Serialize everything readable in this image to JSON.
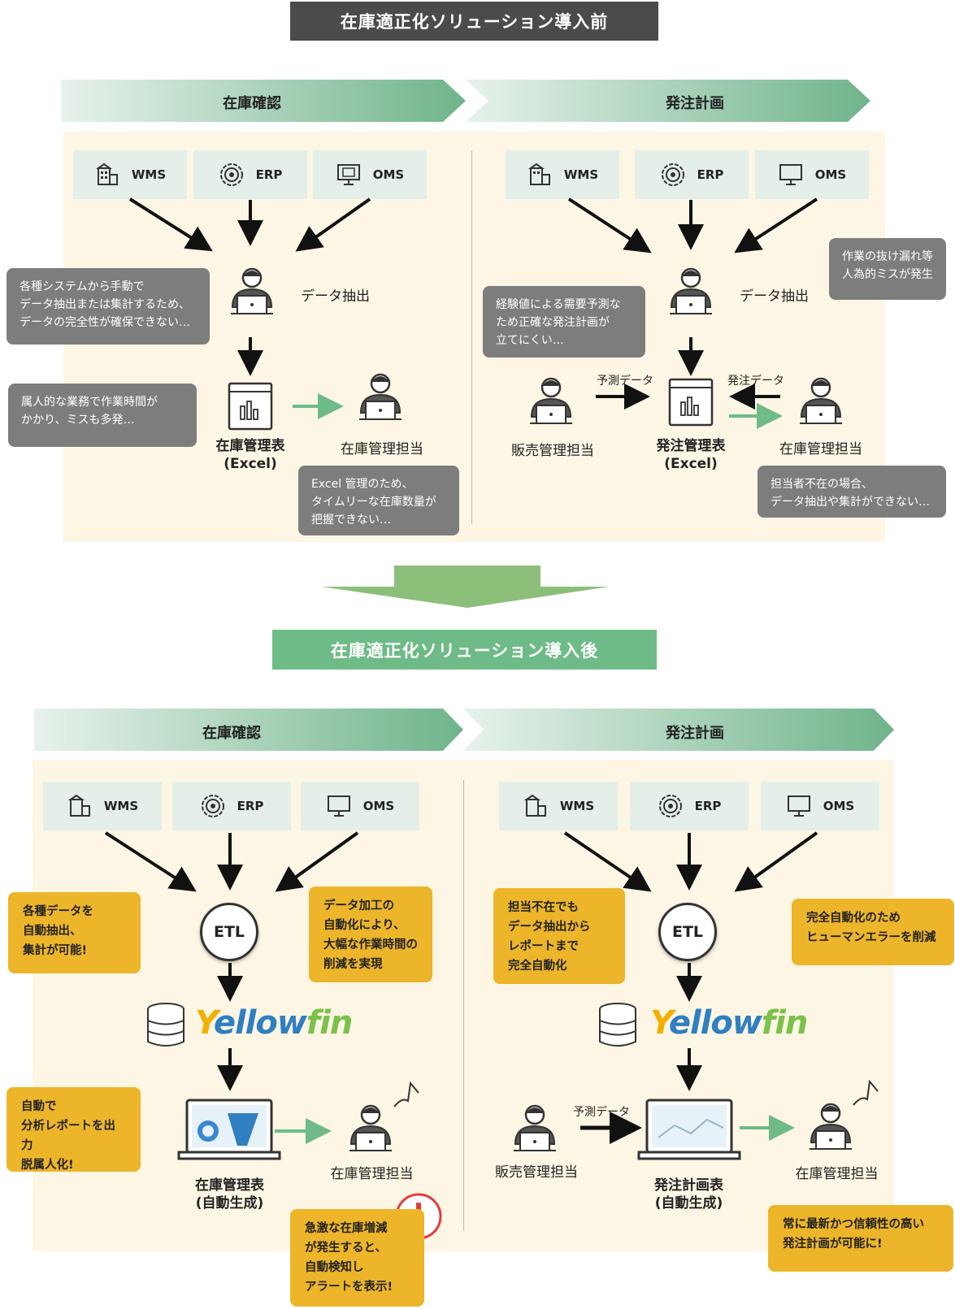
{
  "before": {
    "title": "在庫適正化ソリューション導入前",
    "left": {
      "phase": "在庫確認",
      "systems": [
        "WMS",
        "ERP",
        "OMS"
      ],
      "extract_label": "データ抽出",
      "excel_label": "在庫管理表\n(Excel)",
      "person_label": "在庫管理担当",
      "notes": [
        "各種システムから手動で\nデータ抽出または集計するため、\nデータの完全性が確保できない…",
        "属人的な業務で作業時間が\nかかり、ミスも多発…",
        "Excel 管理のため、\nタイムリーな在庫数量が\n把握できない…"
      ]
    },
    "right": {
      "phase": "発注計画",
      "systems": [
        "WMS",
        "ERP",
        "OMS"
      ],
      "extract_label": "データ抽出",
      "excel_label": "発注管理表\n(Excel)",
      "sales_label": "販売管理担当",
      "person_label": "在庫管理担当",
      "forecast_label": "予測データ",
      "order_label": "発注データ",
      "notes": [
        "作業の抜け漏れ等\n人為的ミスが発生",
        "経験値による需要予測な\nため正確な発注計画が\n立てにくい…",
        "担当者不在の場合、\nデータ抽出や集計ができない…"
      ]
    }
  },
  "after": {
    "title": "在庫適正化ソリューション導入後",
    "left": {
      "phase": "在庫確認",
      "systems": [
        "WMS",
        "ERP",
        "OMS"
      ],
      "etl": "ETL",
      "report_label": "在庫管理表\n(自動生成)",
      "person_label": "在庫管理担当",
      "notes": [
        "各種データを\n自動抽出、\n集計が可能!",
        "データ加工の\n自動化により、\n大幅な作業時間の\n削減を実現",
        "自動で\n分析レポートを出力\n脱属人化!",
        "急激な在庫増減\nが発生すると、\n自動検知し\nアラートを表示!"
      ],
      "alert": "!"
    },
    "right": {
      "phase": "発注計画",
      "systems": [
        "WMS",
        "ERP",
        "OMS"
      ],
      "etl": "ETL",
      "report_label": "発注計画表\n(自動生成)",
      "sales_label": "販売管理担当",
      "person_label": "在庫管理担当",
      "forecast_label": "予測データ",
      "notes": [
        "担当不在でも\nデータ抽出から\nレポートまで\n完全自動化",
        "完全自動化のため\nヒューマンエラーを削減",
        "常に最新かつ信頼性の高い\n発注計画が可能に!"
      ]
    }
  },
  "brand": {
    "y": "Y",
    "mid": "ellow",
    "fin": "fin"
  },
  "colors": {
    "gray_note": "#7d7d7d",
    "yellow_note": "#ecb52a",
    "panel": "#fdf6e4",
    "accent_green": "#6ebb87"
  }
}
